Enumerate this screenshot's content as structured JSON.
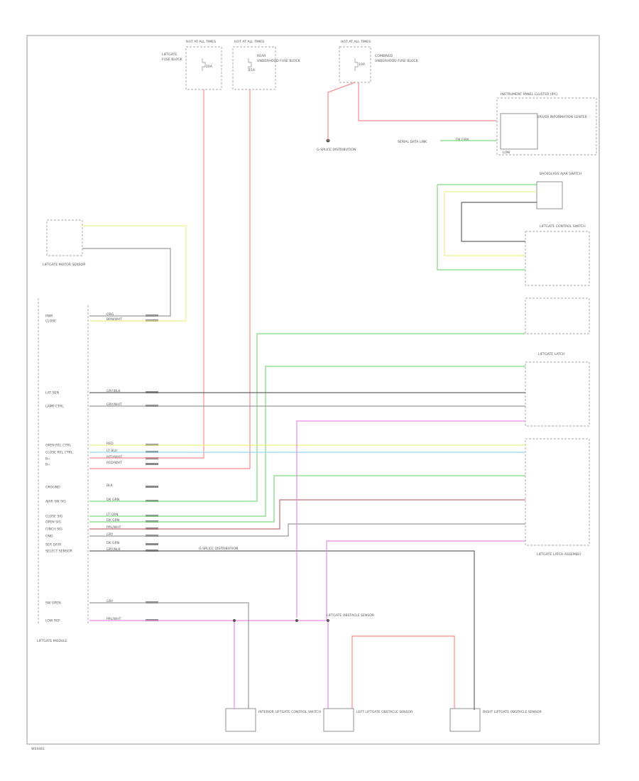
{
  "footer": {
    "figure_code": "W04461"
  },
  "colors": {
    "red": "#f28c8c",
    "green": "#7fd97f",
    "yellow": "#eeee88",
    "pink": "#e58be5",
    "cyan": "#9ad7f0",
    "dark": "#666666",
    "gray": "#9a9a9a",
    "brown": "#c07070"
  },
  "fuses": [
    {
      "hot": "HOT AT ALL TIMES",
      "name": "LIFTGATE",
      "rating": "10A",
      "box": "FUSE BLOCK"
    },
    {
      "hot": "HOT AT ALL TIMES",
      "name": "REAR",
      "rating": "15A",
      "box": "UNDERHOOD FUSE BLOCK"
    },
    {
      "hot": "HOT AT ALL TIMES",
      "name": "COMBINED",
      "rating": "10A",
      "box": "UNDERHOOD FUSE BLOCK"
    }
  ],
  "ground": {
    "label": "G-SPLICE DISTRIBUTION"
  },
  "cluster": {
    "title": "INSTRUMENT PANEL CLUSTER (IPC)",
    "inner": "DRIVER INFORMATION CENTER",
    "pin": "LOW"
  },
  "serial_data": {
    "label": "SERIAL DATA LINK",
    "wire": "DK GRN"
  },
  "latch_sensor": {
    "title": "LIFTGATE MOTOR SENSOR"
  },
  "module": {
    "name": "LIFTGATE MODULE"
  },
  "right_switches": {
    "ajar_switch": "BACKGLASS AJAR SWITCH",
    "liftgate_control": "LIFTGATE CONTROL SWITCH",
    "latch": "LIFTGATE LATCH",
    "latch_assembly": "LIFTGATE LATCH ASSEMBLY"
  },
  "module_pins": [
    {
      "label": "PWR",
      "wire": "ORG"
    },
    {
      "label": "CLOSE",
      "wire": "BRN/WHT"
    },
    {
      "label": "LAT SEN",
      "wire": "GRY/BLK"
    },
    {
      "label": "LAMP CTRL",
      "wire": "GRY/WHT"
    },
    {
      "label": "OPEN REL CTRL",
      "wire": "RED"
    },
    {
      "label": "CLOSE REL CTRL",
      "wire": "LT BLU"
    },
    {
      "label": "B+",
      "wire": "RED/WHT"
    },
    {
      "label": "B+",
      "wire": "RED/WHT"
    },
    {
      "label": "GROUND",
      "wire": "BLK"
    },
    {
      "label": "AJAR SW SIG",
      "wire": "DK GRN"
    },
    {
      "label": "CLOSE SIG",
      "wire": "LT GRN"
    },
    {
      "label": "OPEN SIG",
      "wire": "DK GRN"
    },
    {
      "label": "CINCH SIG",
      "wire": "PPL/WHT"
    },
    {
      "label": "GND",
      "wire": "GRY"
    },
    {
      "label": "SER DATA",
      "wire": "DK GRN"
    },
    {
      "label": "SELECT SENSOR",
      "wire": "GRY/BLK"
    },
    {
      "label": "SW OPEN",
      "wire": "GRY"
    },
    {
      "label": "LOW REF",
      "wire": "PPL/WHT"
    }
  ],
  "bottom_devices": [
    {
      "name": "INTERIOR LIFTGATE CONTROL SWITCH"
    },
    {
      "name": "LEFT LIFTGATE OBSTACLE SENSOR"
    },
    {
      "name": "RIGHT LIFTGATE OBSTACLE SENSOR"
    }
  ],
  "notes": {
    "obstacle": "LIFTGATE OBSTACLE SENSOR",
    "ground_dist": "G-SPLICE DISTRIBUTION"
  }
}
